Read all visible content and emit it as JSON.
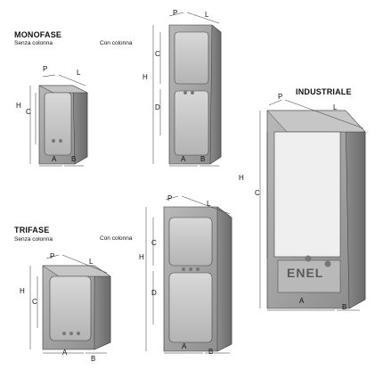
{
  "headings": {
    "monofase": "MONOFASE",
    "trifase": "TRIFASE",
    "industriale": "INDUSTRIALE"
  },
  "sublabels": {
    "mono_senza": "Senza colonna",
    "mono_con": "Con colonna",
    "tri_senza": "Senza colonna",
    "tri_con": "Con colonna"
  },
  "dims": {
    "P": "P",
    "L": "L",
    "H": "H",
    "C": "C",
    "D": "D",
    "A": "A",
    "B": "B"
  },
  "logo_text": "ENEL",
  "colors": {
    "body": "#9a9a9a",
    "body_dark": "#707070",
    "inner": "#cfcfcf",
    "line": "#333333"
  }
}
